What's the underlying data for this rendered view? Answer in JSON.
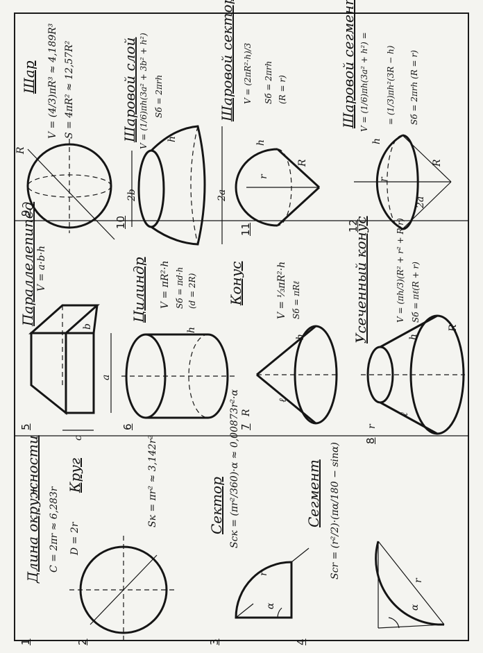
{
  "page": {
    "title": "Геометрические фигуры: формулы длины, площади и объёма"
  },
  "figures": [
    {
      "num": "1",
      "title": "Длина окружности",
      "formulas": [
        "C = 2πr ≈ 6,283r"
      ]
    },
    {
      "num": "2",
      "title": "Круг",
      "formulas": [
        "Sк = πr² ≈ 3,142r²"
      ],
      "labels": [
        "D = 2r"
      ]
    },
    {
      "num": "3",
      "title": "Сектор",
      "formulas": [
        "Sск = (πr²/360)·α ≈ 0,00873r²·α"
      ],
      "labels": [
        "r",
        "α"
      ]
    },
    {
      "num": "4",
      "title": "Сегмент",
      "formulas": [
        "Scr = (r²/2)·(πα/180 − sinα)"
      ],
      "labels": [
        "r",
        "α"
      ]
    },
    {
      "num": "5",
      "title": "Параллелепипед",
      "formulas": [
        "V = a·b·h"
      ],
      "labels": [
        "b",
        "a",
        "c"
      ]
    },
    {
      "num": "6",
      "title": "Цилиндр",
      "formulas": [
        "V = πR²·h",
        "Sб = πd·h",
        "(d = 2R)"
      ],
      "labels": [
        "h"
      ]
    },
    {
      "num": "7",
      "title": "Конус",
      "formulas": [
        "V = ⅓πR²·h",
        "Sб = πRℓ"
      ],
      "labels": [
        "h",
        "ℓ",
        "R"
      ]
    },
    {
      "num": "8",
      "title": "Усеченный конус",
      "formulas": [
        "V = (πh/3)(R² + r² + R·r)",
        "Sб = πℓ(R + r)"
      ],
      "labels": [
        "h",
        "R",
        "r",
        "ℓ"
      ]
    },
    {
      "num": "9",
      "title": "Шар",
      "formulas": [
        "V = (4/3)πR³ ≈ 4,189R³",
        "S = 4πR² ≈ 12,57R²"
      ],
      "labels": [
        "R"
      ]
    },
    {
      "num": "10",
      "title": "Шаровой слой",
      "formulas": [
        "V = (1/6)πh(3a² + 3b² + h²)",
        "Sб = 2πrh"
      ],
      "labels": [
        "h",
        "2b",
        "2a"
      ]
    },
    {
      "num": "11",
      "title": "Шаровой сектор",
      "formulas": [
        "V = (2πR²·h)/3",
        "Sб = 2πrh",
        "(R = r)"
      ],
      "labels": [
        "h",
        "r",
        "R"
      ]
    },
    {
      "num": "12",
      "title": "Шаровой сегмент",
      "formulas": [
        "V = (1/6)πh(3a² + h²) =",
        "= (1/3)πh²(3R − h)",
        "Sб = 2πrh  (R = r)"
      ],
      "labels": [
        "h",
        "r",
        "2a",
        "R"
      ]
    }
  ],
  "colors": {
    "ink": "#151515",
    "paper": "#f4f4f0"
  }
}
